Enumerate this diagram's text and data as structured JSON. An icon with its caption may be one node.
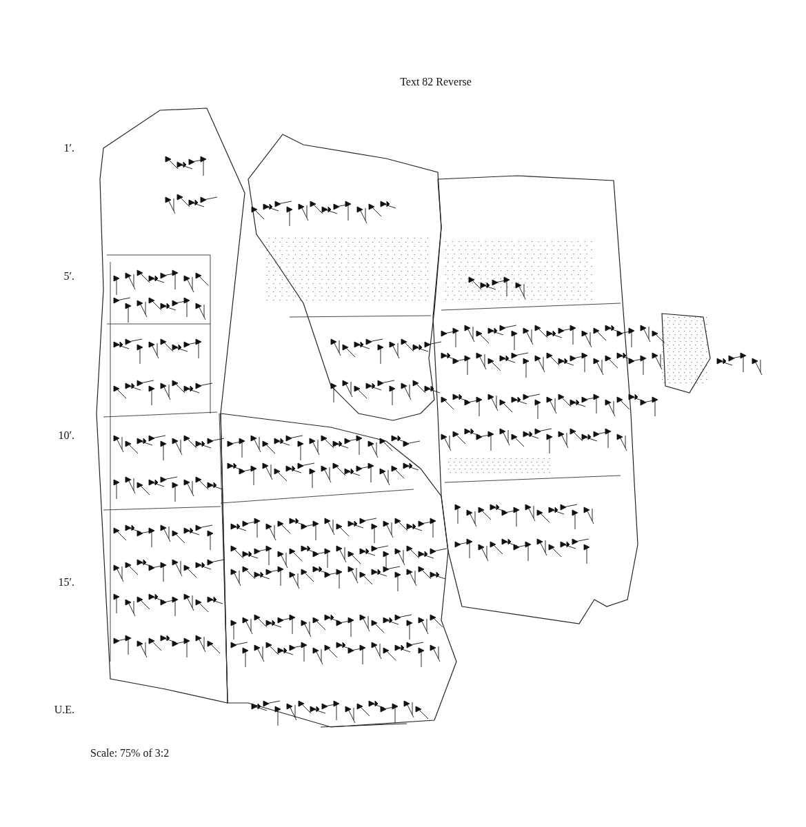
{
  "diagram": {
    "title": "Text 82 Reverse",
    "labels": [
      "1′.",
      "5′.",
      "10′.",
      "15′.",
      "U.E.",
      "Scale: 75% of 3:2"
    ]
  }
}
